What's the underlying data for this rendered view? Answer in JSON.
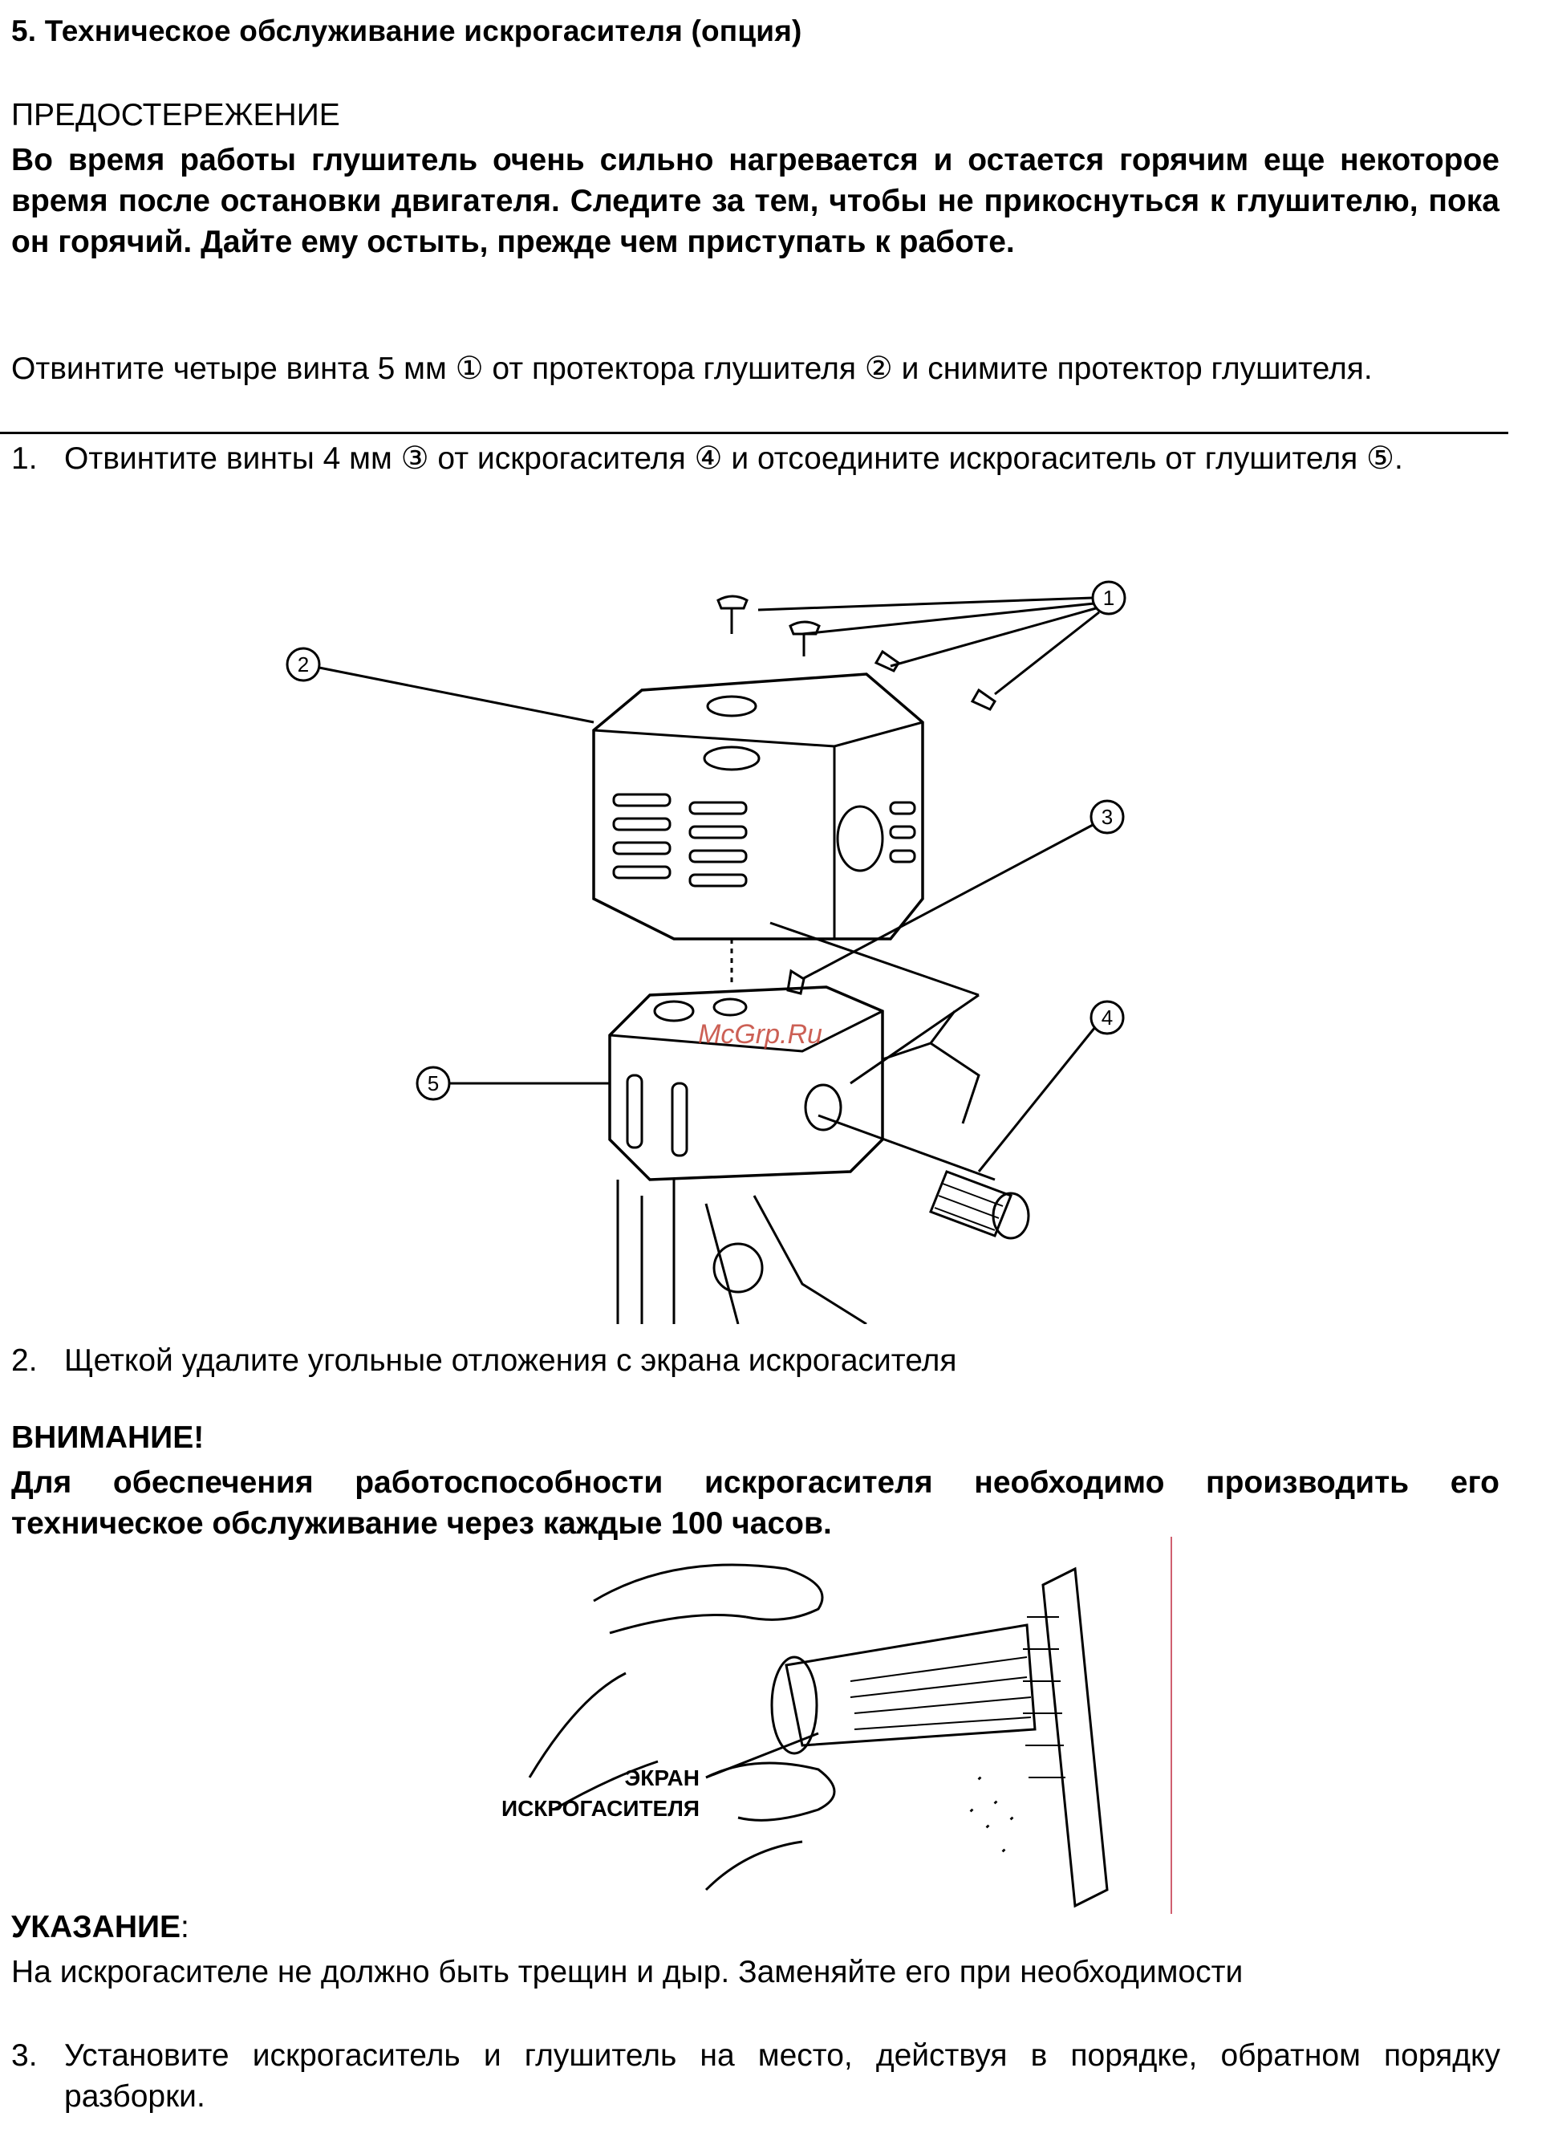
{
  "section_title": "5. Техническое обслуживание искрогасителя (опция)",
  "caution": {
    "heading": "ПРЕДОСТЕРЕЖЕНИЕ",
    "text": "Во время работы глушитель очень сильно нагревается и остается горячим еще некоторое время после остановки двигателя. Следите за тем, чтобы не прикоснуться к глушителю, пока он горячий. Дайте ему остыть, прежде чем приступать к работе."
  },
  "intro": "Отвинтите четыре винта 5 мм ① от протектора глушителя ② и снимите протектор глушителя.",
  "steps": [
    {
      "num": "1.",
      "text": "Отвинтите винты 4 мм ③ от искрогасителя ④ и отсоедините искрогаситель от глушителя ⑤."
    },
    {
      "num": "2.",
      "text": "Щеткой удалите угольные отложения с экрана искрогасителя"
    },
    {
      "num": "3.",
      "text": "Установите искрогаситель и глушитель на место, действуя в порядке, обратном порядку разборки."
    }
  ],
  "figure1": {
    "callouts": [
      "1",
      "2",
      "3",
      "4",
      "5"
    ],
    "watermark": "McGrp.Ru"
  },
  "attention": {
    "heading": "ВНИМАНИЕ!",
    "text": "Для обеспечения работоспособности искрогасителя необходимо производить его техническое обслуживание через каждые 100 часов."
  },
  "figure2": {
    "label_line1": "ЭКРАН",
    "label_line2": "ИСКРОГАСИТЕЛЯ"
  },
  "note": {
    "heading": "УКАЗАНИЕ",
    "colon": ":",
    "text": "На искрогасителе не должно быть трещин и дыр. Заменяйте его при необходимости"
  }
}
